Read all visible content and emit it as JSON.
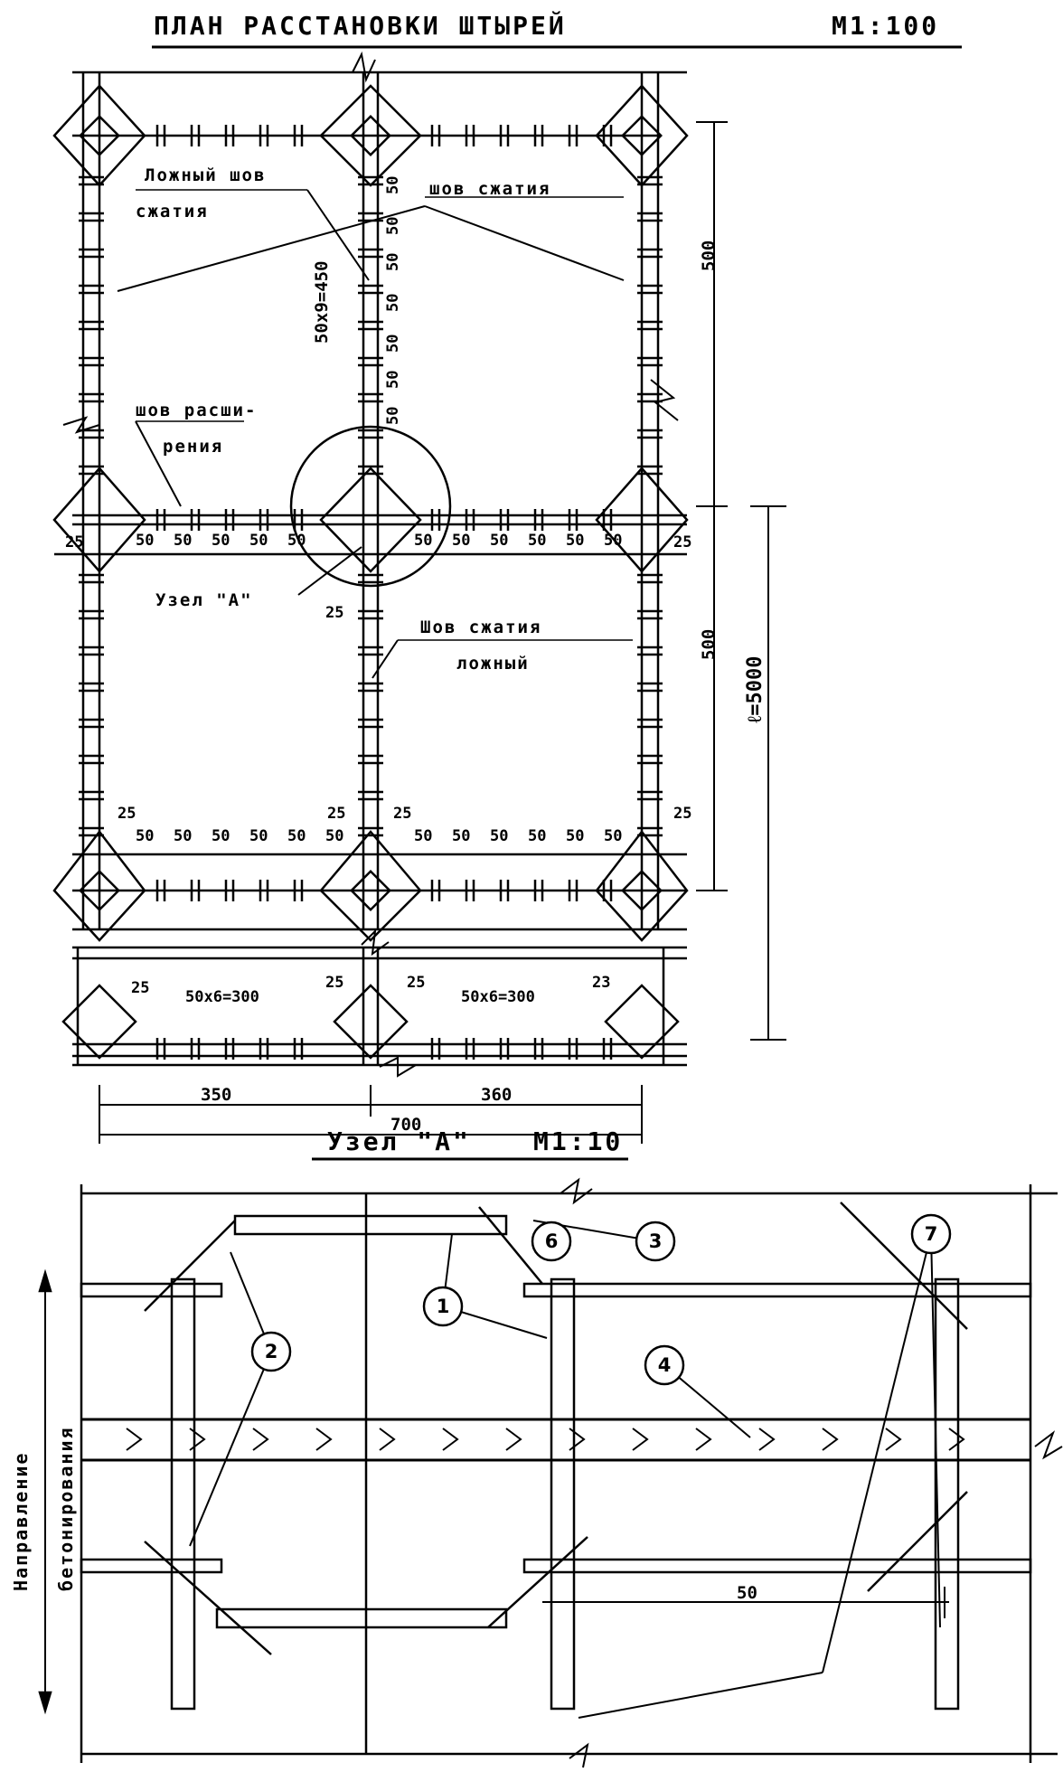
{
  "plan": {
    "title": "ПЛАН  РАССТАНОВКИ  ШТЫРЕЙ",
    "scale": "М1:100",
    "labels": {
      "false_seam_1": "Ложный шов",
      "false_seam_2": "сжатия",
      "compression_seam": "шов сжатия",
      "expansion_seam_1": "шов расши-",
      "expansion_seam_2": "рения",
      "node_a": "Узел \"А\"",
      "compression_false_1": "Шов сжатия",
      "compression_false_2": "ложный"
    },
    "dims": {
      "top_span": "500",
      "bottom_span": "500",
      "total_length": "ℓ=5000",
      "vertical_series": "50x9=450",
      "fifty": "50",
      "twentyfive": "25",
      "series_left": "50x6=300",
      "series_right": "50x6=300",
      "twentythree": "23",
      "width_left": "350",
      "width_right": "360",
      "width_mid": "700"
    }
  },
  "detail": {
    "title": "Узел \"А\"",
    "scale": "М1:10",
    "side_label_1": "Направление",
    "side_label_2": "бетонирования",
    "dim_50": "50",
    "callouts": [
      "1",
      "2",
      "3",
      "4",
      "6",
      "7"
    ]
  }
}
